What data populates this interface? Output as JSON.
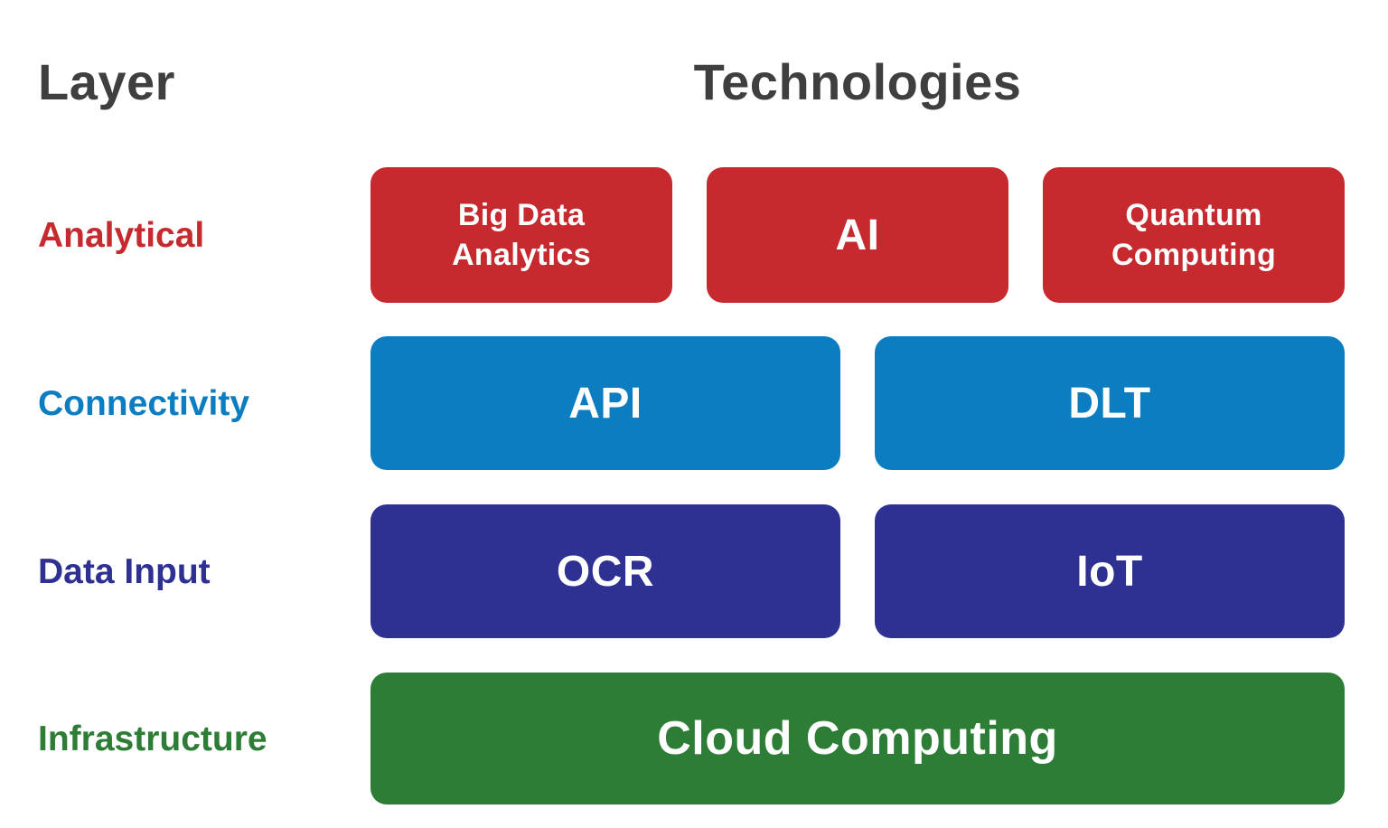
{
  "headers": {
    "layer": "Layer",
    "technologies": "Technologies"
  },
  "colors": {
    "background": "#ffffff",
    "header_text": "#3f3f3f",
    "box_text": "#ffffff",
    "analytical_red": "#c62a2e",
    "connectivity_blue": "#0d7dc1",
    "data_input_navy": "#2e3192",
    "infrastructure_green": "#2e7d36"
  },
  "rows": [
    {
      "label": "Analytical",
      "color": "#c62a2e",
      "boxes": [
        {
          "label": "Big Data Analytics"
        },
        {
          "label": "AI"
        },
        {
          "label": "Quantum Computing"
        }
      ]
    },
    {
      "label": "Connectivity",
      "color": "#0d7dc1",
      "boxes": [
        {
          "label": "API"
        },
        {
          "label": "DLT"
        }
      ]
    },
    {
      "label": "Data Input",
      "color": "#2e3192",
      "boxes": [
        {
          "label": "OCR"
        },
        {
          "label": "IoT"
        }
      ]
    },
    {
      "label": "Infrastructure",
      "color": "#2e7d36",
      "boxes": [
        {
          "label": "Cloud Computing"
        }
      ]
    }
  ]
}
